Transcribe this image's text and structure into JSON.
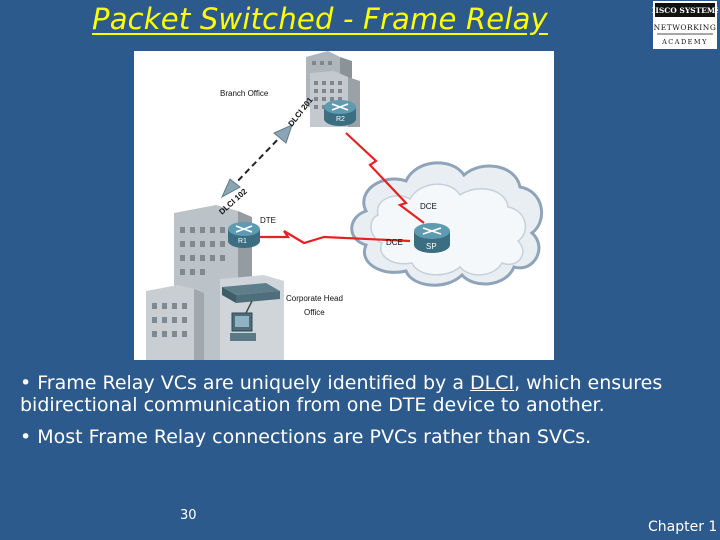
{
  "title": "Packet Switched  - Frame Relay",
  "logo": {
    "line1": "Cisco Systems",
    "line2": "Networking",
    "line3": "Academy"
  },
  "diagram": {
    "branch_office": "Branch Office",
    "dlci_top": "DLCI 201",
    "dlci_bottom": "DLCI 102",
    "router_r2": "R2",
    "router_r1": "R1",
    "dte": "DTE",
    "dce_top": "DCE",
    "dce_left": "DCE",
    "sp": "SP",
    "corporate_line1": "Corporate Head",
    "corporate_line2": "Office"
  },
  "bullets": {
    "b1_pre": "• Frame Relay VCs are uniquely identified by a ",
    "b1_link": "DLCI",
    "b1_post": ", which ensures bidirectional communication from one DTE device to another.",
    "b2": "• Most Frame Relay connections are PVCs rather than SVCs."
  },
  "footer": {
    "page_number": "30",
    "chapter": "Chapter 1"
  }
}
